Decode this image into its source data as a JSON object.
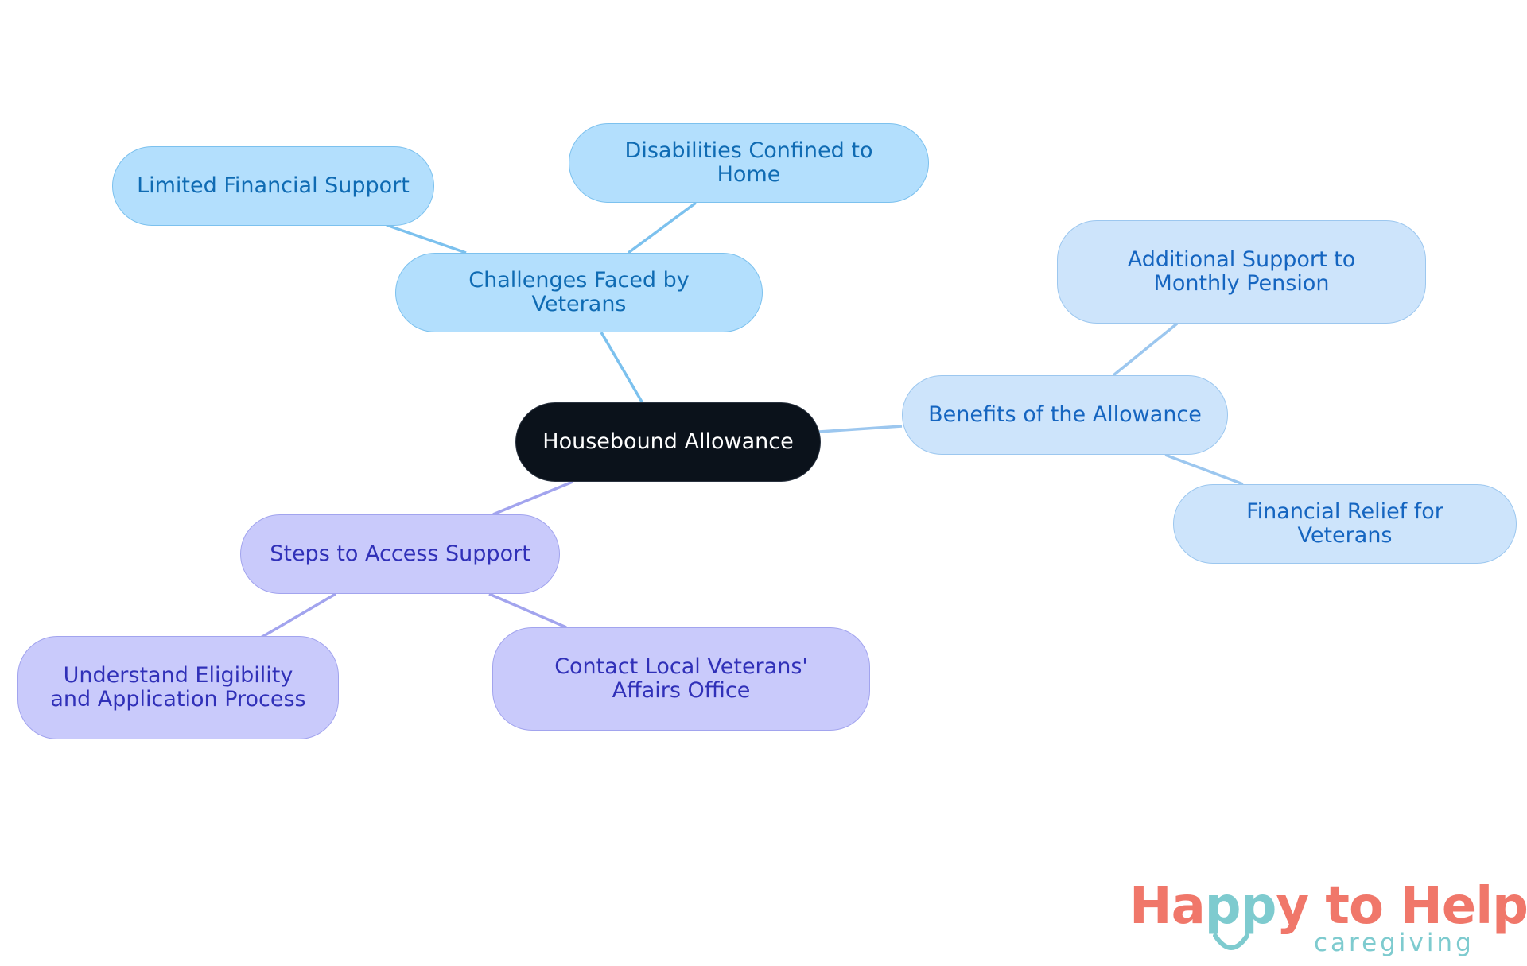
{
  "diagram": {
    "root": {
      "label": "Housebound Allowance"
    },
    "branches": [
      {
        "key": "challenges",
        "label": "Challenges Faced by Veterans",
        "children": [
          {
            "label": "Limited Financial Support"
          },
          {
            "label": "Disabilities Confined to Home"
          }
        ]
      },
      {
        "key": "benefits",
        "label": "Benefits of the Allowance",
        "children": [
          {
            "label": "Additional Support to Monthly Pension"
          },
          {
            "label": "Financial Relief for Veterans"
          }
        ]
      },
      {
        "key": "steps",
        "label": "Steps to Access Support",
        "children": [
          {
            "label": "Understand Eligibility and Application Process"
          },
          {
            "label": "Contact Local Veterans' Affairs Office"
          }
        ]
      }
    ]
  },
  "colors": {
    "root_fill": "#0b121b",
    "challenges_line": "#7cc1ee",
    "benefits_line": "#9cc7ef",
    "steps_line": "#a2a4ee",
    "logo_primary": "#f0776a",
    "logo_secondary": "#7ecbcf"
  },
  "logo": {
    "part1": "Ha",
    "part2": "pp",
    "part3": "y to Help",
    "tagline": "caregiving"
  }
}
